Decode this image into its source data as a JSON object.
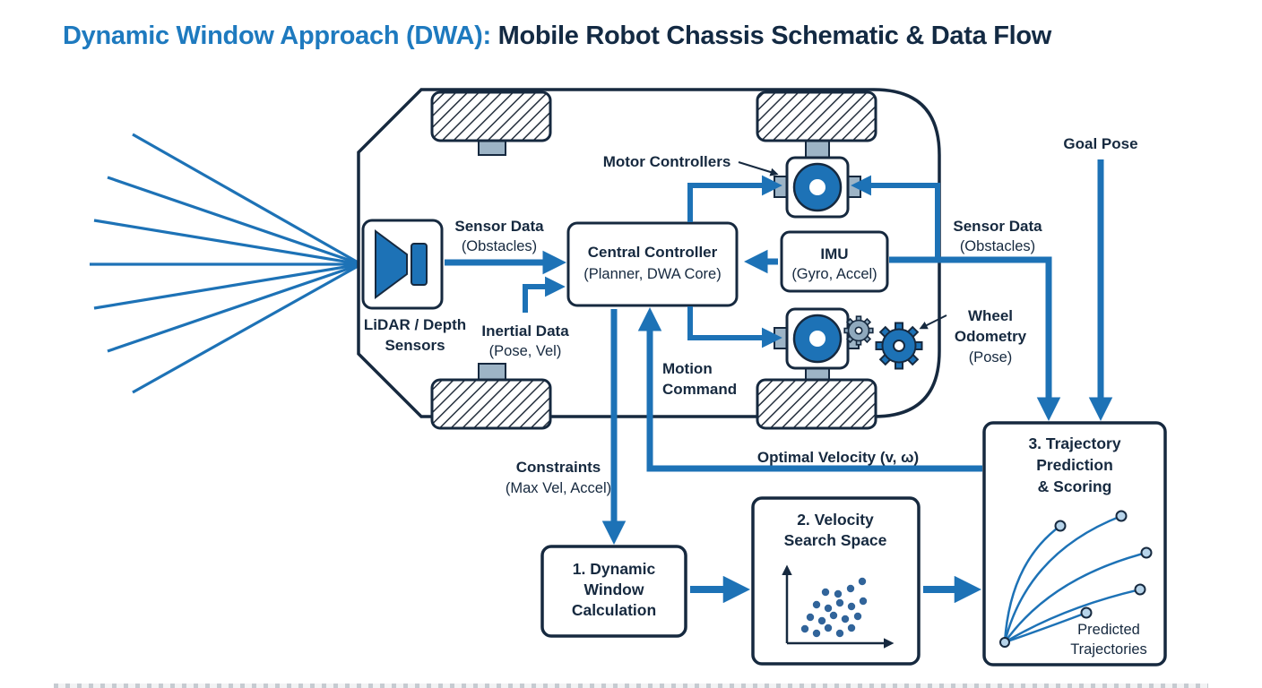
{
  "title": {
    "part1": "Dynamic Window Approach (DWA):",
    "part2": " Mobile Robot Chassis Schematic & Data Flow"
  },
  "colors": {
    "accent_blue": "#1d72b6",
    "title_blue": "#1e7abf",
    "dark_navy": "#16293f",
    "axle_gray": "#9db4c6",
    "scatter_dot_blue": "#31649a",
    "trajectory_endpoint_fill": "#b7d4ea"
  },
  "chassis": {
    "lidar": {
      "line1": "LiDAR / Depth",
      "line2": "Sensors"
    },
    "central_controller": {
      "line1": "Central Controller",
      "line2": "(Planner, DWA Core)"
    },
    "imu": {
      "line1": "IMU",
      "line2": "(Gyro, Accel)"
    },
    "motor_controllers_label": "Motor Controllers",
    "wheel_odometry": {
      "line1": "Wheel",
      "line2": "Odometry",
      "line3": "(Pose)"
    }
  },
  "flows": {
    "sensor_data_left": {
      "line1": "Sensor Data",
      "line2": "(Obstacles)"
    },
    "inertial_data": {
      "line1": "Inertial Data",
      "line2": "(Pose, Vel)"
    },
    "sensor_data_right": {
      "line1": "Sensor Data",
      "line2": "(Obstacles)"
    },
    "goal_pose": "Goal Pose",
    "constraints": {
      "line1": "Constraints",
      "line2": "(Max Vel, Accel)"
    },
    "motion_command": {
      "line1": "Motion",
      "line2": "Command"
    },
    "optimal_velocity": "Optimal Velocity (v, ω)"
  },
  "pipeline": {
    "step1": {
      "line1": "1. Dynamic",
      "line2": "Window",
      "line3": "Calculation"
    },
    "step2": {
      "line1": "2. Velocity",
      "line2": "Search Space"
    },
    "step3": {
      "line1": "3. Trajectory",
      "line2": "Prediction",
      "line3": "& Scoring",
      "caption_line1": "Predicted",
      "caption_line2": "Trajectories"
    }
  }
}
